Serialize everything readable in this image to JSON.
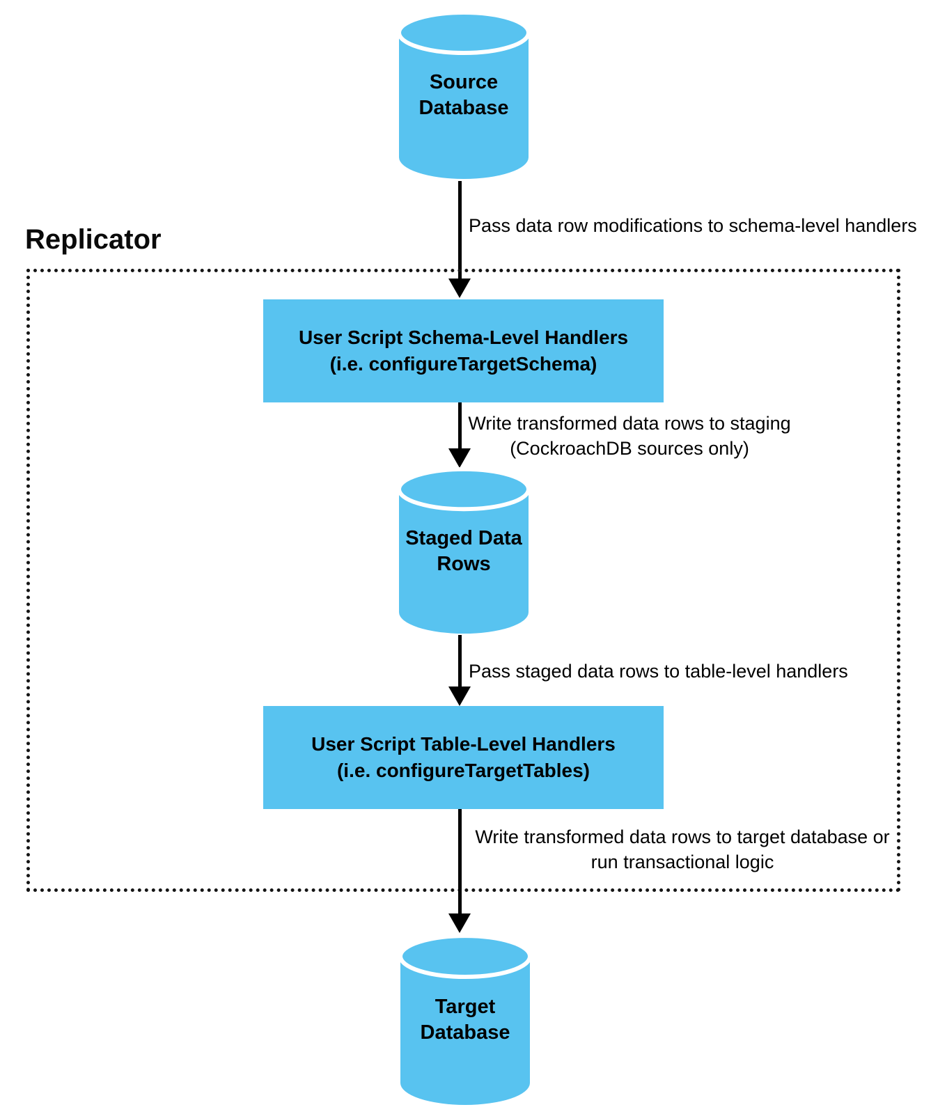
{
  "colors": {
    "node_fill": "#58C3F0",
    "arrow": "#000000",
    "text": "#000000",
    "replicator_border": "#141414"
  },
  "replicator": {
    "label": "Replicator"
  },
  "nodes": {
    "source_database": {
      "type": "cylinder",
      "line1": "Source",
      "line2": "Database"
    },
    "schema_handlers": {
      "type": "process",
      "line1": "User Script Schema-Level Handlers",
      "line2": "(i.e. configureTargetSchema)"
    },
    "staged_rows": {
      "type": "cylinder",
      "line1": "Staged Data",
      "line2": "Rows"
    },
    "table_handlers": {
      "type": "process",
      "line1": "User Script Table-Level Handlers",
      "line2": "(i.e. configureTargetTables)"
    },
    "target_database": {
      "type": "cylinder",
      "line1": "Target",
      "line2": "Database"
    }
  },
  "edges": {
    "source_to_schema": {
      "label": "Pass data row modifications to schema-level handlers"
    },
    "schema_to_staged": {
      "line1": "Write transformed data rows to staging",
      "line2": "(CockroachDB sources only)"
    },
    "staged_to_table": {
      "label": "Pass staged data rows to table-level handlers"
    },
    "table_to_target": {
      "line1": "Write transformed data rows to target database or",
      "line2": "run transactional logic"
    }
  }
}
